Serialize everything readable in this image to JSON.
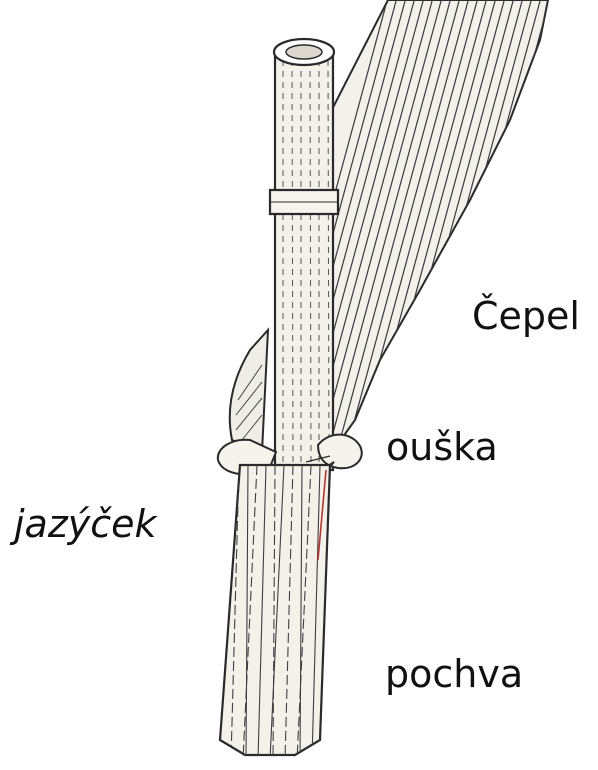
{
  "labels": {
    "cepel": "Čepel",
    "ouska": "ouška",
    "jazycek": "jazýček",
    "pochva": "pochva"
  },
  "illustration": {
    "subject": "grass-leaf-node-drawing",
    "colors": {
      "ink": "#2a2a2a",
      "paper": "#ffffff",
      "stem_fill": "#f4f1ea",
      "blade_fill": "#f3f1ec",
      "accent_red": "#b33a2f"
    }
  }
}
